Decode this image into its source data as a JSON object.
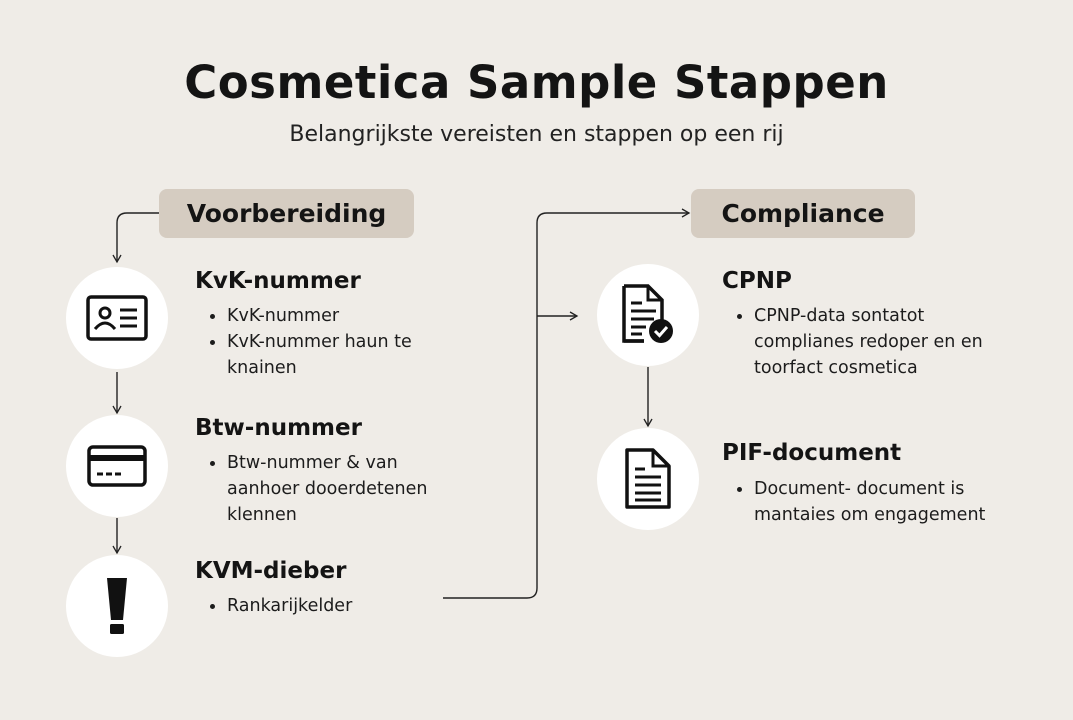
{
  "title": "Cosmetica Sample Stappen",
  "subtitle": "Belangrijkste vereisten en stappen op een rij",
  "sections": [
    {
      "label": "Voorbereiding",
      "steps": [
        {
          "icon": "id-card-icon",
          "title": "KvK-nummer",
          "bullets": [
            "KvK-nummer",
            "KvK-nummer haun te knainen"
          ]
        },
        {
          "icon": "credit-card-icon",
          "title": "Btw-nummer",
          "bullets": [
            "Btw-nummer & van aanhoer dooerdetenen klennen"
          ]
        },
        {
          "icon": "cosmetic-tube-icon",
          "title": "KVM-dieber",
          "bullets": [
            "Rankarijkelder"
          ]
        }
      ]
    },
    {
      "label": "Compliance",
      "steps": [
        {
          "icon": "document-check-icon",
          "title": "CPNP",
          "bullets": [
            "CPNP-data sontatot complianes redoper en en toorfact cosmetica"
          ]
        },
        {
          "icon": "document-icon",
          "title": "PIF-document",
          "bullets": [
            "Document- document is mantaies om engagement"
          ]
        }
      ]
    }
  ]
}
